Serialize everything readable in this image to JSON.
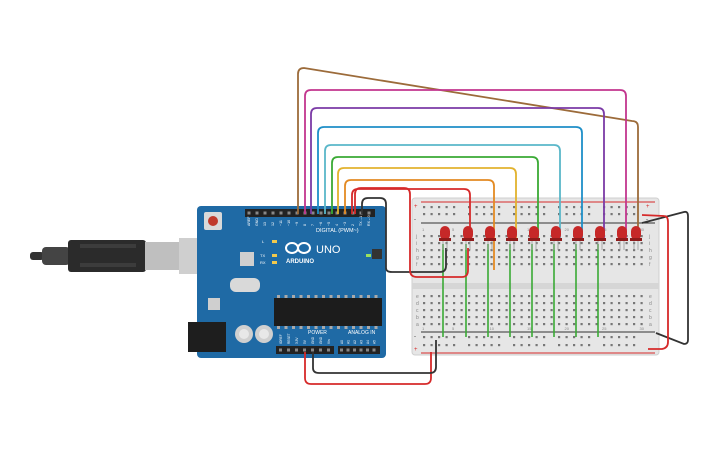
{
  "board": {
    "brand": "ARDUINO",
    "model": "UNO",
    "digital_header": "DIGITAL (PWM~)",
    "power_header": "POWER",
    "analog_header": "ANALOG IN",
    "digital_pins": [
      "AREF",
      "GND",
      "13",
      "12",
      "~11",
      "~10",
      "~9",
      "8",
      "7",
      "~6",
      "~5",
      "4",
      "~3",
      "2",
      "TX→1",
      "RX←0"
    ],
    "power_pins": [
      "IOREF",
      "RESET",
      "3.3V",
      "5V",
      "GND",
      "GND",
      "Vin"
    ],
    "analog_pins": [
      "A0",
      "A1",
      "A2",
      "A3",
      "A4",
      "A5"
    ],
    "led_labels": {
      "l": "L",
      "tx": "TX",
      "rx": "RX",
      "on": "ON"
    }
  },
  "breadboard": {
    "rail_plus": "+",
    "rail_minus": "-",
    "row_letters_top": [
      "j",
      "i",
      "h",
      "g",
      "f"
    ],
    "row_letters_bottom": [
      "e",
      "d",
      "c",
      "b",
      "a"
    ],
    "column_numbers": [
      "1",
      "5",
      "10",
      "15",
      "20",
      "25",
      "30"
    ]
  },
  "leds": [
    {
      "name": "led-1",
      "color": "#c62828"
    },
    {
      "name": "led-2",
      "color": "#c62828"
    },
    {
      "name": "led-3",
      "color": "#c62828"
    },
    {
      "name": "led-4",
      "color": "#c62828"
    },
    {
      "name": "led-5",
      "color": "#c62828"
    },
    {
      "name": "led-6",
      "color": "#c62828"
    },
    {
      "name": "led-7",
      "color": "#c62828"
    },
    {
      "name": "led-8",
      "color": "#c62828"
    },
    {
      "name": "led-9",
      "color": "#c62828"
    },
    {
      "name": "led-10",
      "color": "#c62828"
    }
  ],
  "wires": [
    {
      "name": "wire-pin10",
      "color": "#9c6b3a"
    },
    {
      "name": "wire-pin9",
      "color": "#c2368e"
    },
    {
      "name": "wire-pin8",
      "color": "#7b3aa6"
    },
    {
      "name": "wire-pin7",
      "color": "#1e8fc8"
    },
    {
      "name": "wire-pin6",
      "color": "#5ab7c9"
    },
    {
      "name": "wire-pin5",
      "color": "#3aaa35"
    },
    {
      "name": "wire-pin4",
      "color": "#e2b22e"
    },
    {
      "name": "wire-pin3",
      "color": "#e38a23"
    },
    {
      "name": "wire-pin2",
      "color": "#d62a2a"
    },
    {
      "name": "wire-gnd",
      "color": "#333333"
    },
    {
      "name": "wire-5v",
      "color": "#d62a2a"
    }
  ],
  "colors": {
    "board": "#1f6aa5",
    "breadboard": "#e6e6e6",
    "rail_red": "#d62a2a",
    "rail_blue": "#333333",
    "column_wire": "#3aaa35"
  }
}
